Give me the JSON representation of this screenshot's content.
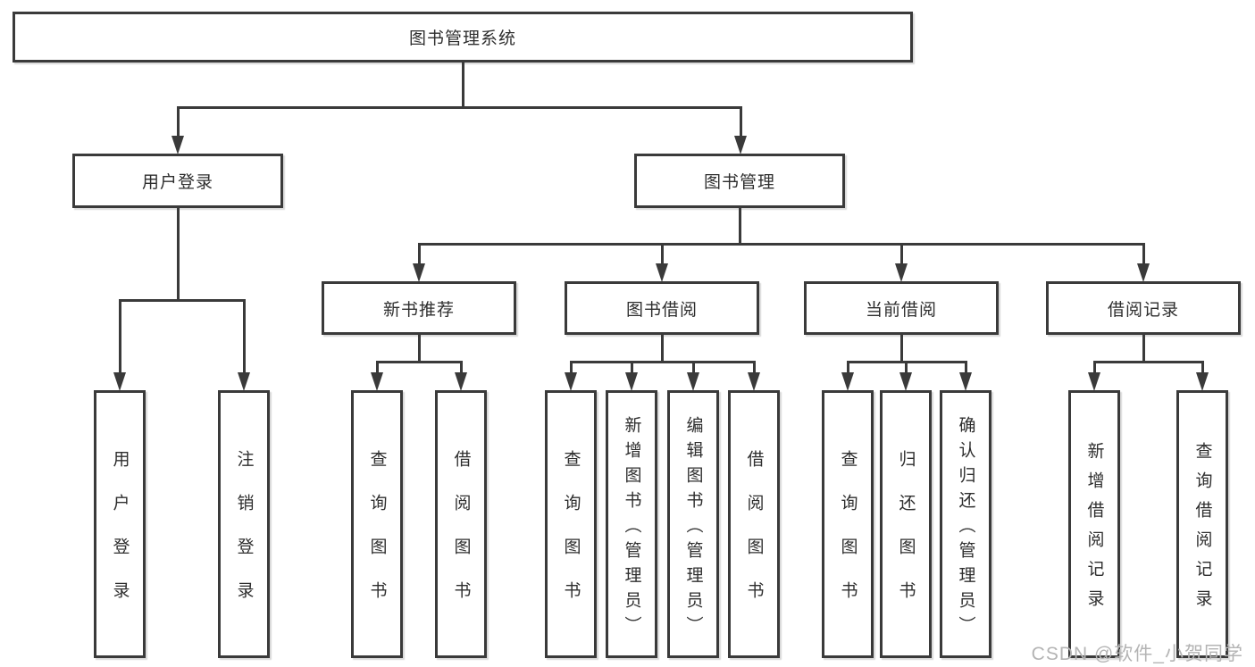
{
  "tree": {
    "label": "图书管理系统",
    "children": [
      {
        "label": "用户登录",
        "children": [
          {
            "label": "用户登录"
          },
          {
            "label": "注销登录"
          }
        ]
      },
      {
        "label": "图书管理",
        "children": [
          {
            "label": "新书推荐",
            "children": [
              {
                "label": "查询图书"
              },
              {
                "label": "借阅图书"
              }
            ]
          },
          {
            "label": "图书借阅",
            "children": [
              {
                "label": "查询图书"
              },
              {
                "label": "新增图书（管理员）"
              },
              {
                "label": "编辑图书（管理员）"
              },
              {
                "label": "借阅图书"
              }
            ]
          },
          {
            "label": "当前借阅",
            "children": [
              {
                "label": "查询图书"
              },
              {
                "label": "归还图书"
              },
              {
                "label": "确认归还（管理员）"
              }
            ]
          },
          {
            "label": "借阅记录",
            "children": [
              {
                "label": "新增借阅记录"
              },
              {
                "label": "查询借阅记录"
              }
            ]
          }
        ]
      }
    ]
  },
  "watermark": "CSDN @软件_小贺同学",
  "colors": {
    "line": "#3a3a3a",
    "box_border": "#3a3a3a",
    "text": "#2e2e2e",
    "watermark": "#b4b4b4",
    "background": "#ffffff"
  }
}
